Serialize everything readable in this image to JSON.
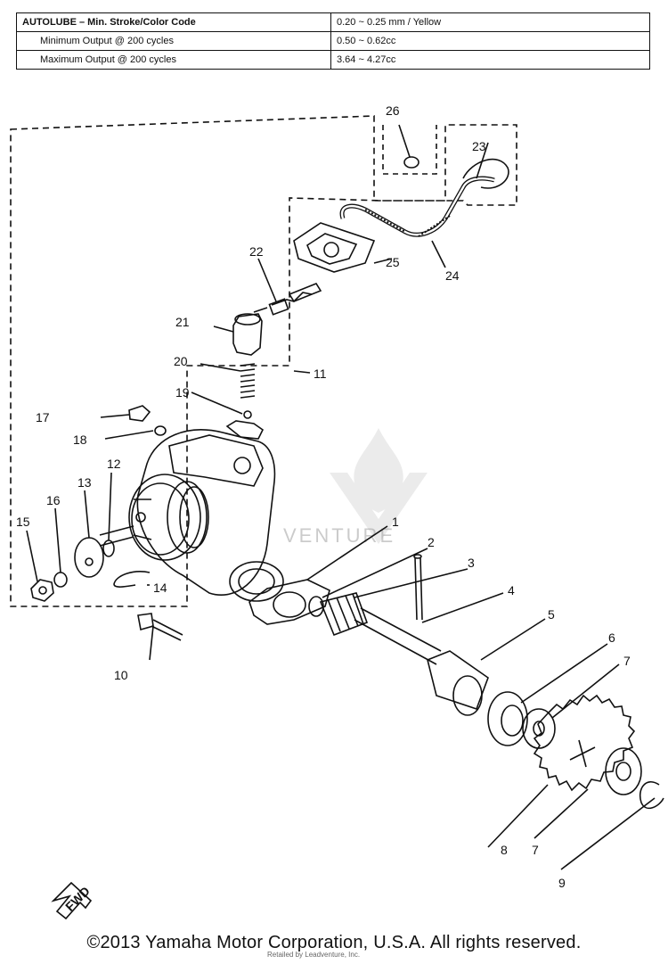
{
  "spec_table": {
    "rows": [
      {
        "label": "AUTOLUBE – Min. Stroke/Color Code",
        "value": "0.20 ~ 0.25 mm / Yellow"
      },
      {
        "label": "Minimum Output @ 200 cycles",
        "value": "0.50 ~ 0.62cc"
      },
      {
        "label": "Maximum Output @ 200 cycles",
        "value": "3.64 ~ 4.27cc"
      }
    ]
  },
  "callouts": [
    "1",
    "2",
    "3",
    "4",
    "5",
    "6",
    "7",
    "7",
    "8",
    "9",
    "10",
    "11",
    "12",
    "13",
    "14",
    "15",
    "16",
    "17",
    "18",
    "19",
    "20",
    "21",
    "22",
    "23",
    "24",
    "25",
    "26"
  ],
  "fwd_label": "FWD",
  "watermark_text": "VENTURE",
  "copyright": "©2013 Yamaha Motor Corporation, U.S.A. All rights reserved.",
  "footer_small": "Retailed by Leadventure, Inc."
}
